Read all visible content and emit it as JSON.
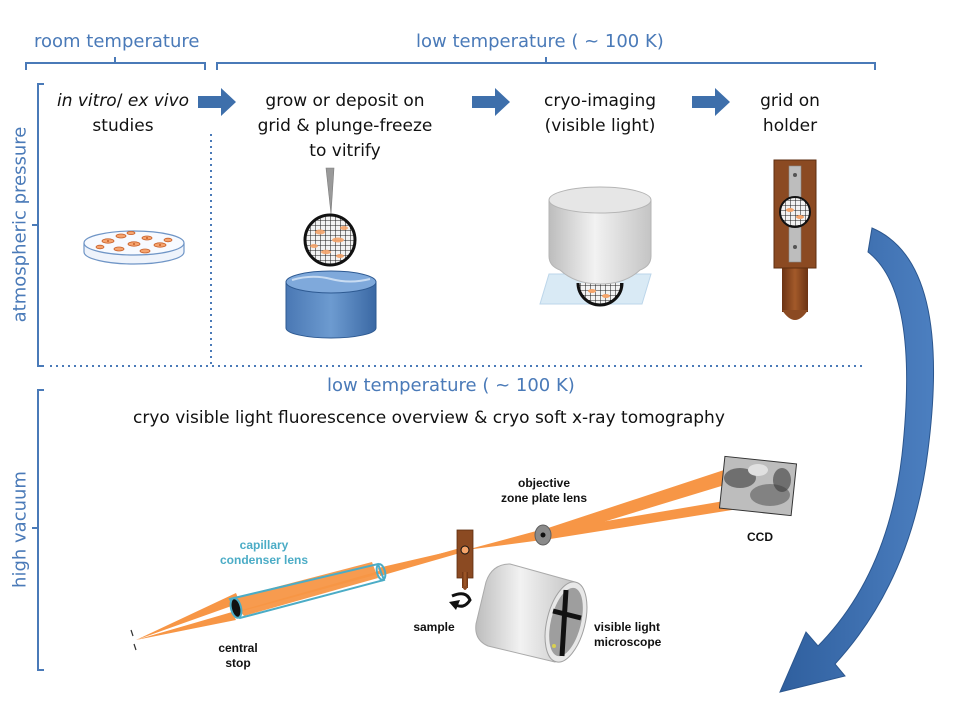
{
  "top": {
    "room_temperature": "room temperature",
    "low_temperature": "low temperature ( ~ 100 K)"
  },
  "side": {
    "atmospheric_pressure": "atmospheric pressure",
    "high_vacuum": "high vacuum"
  },
  "steps": [
    {
      "line1_italic_a": "in vitro",
      "line1_sep": "/ ",
      "line1_italic_b": "ex vivo",
      "line2": "studies"
    },
    {
      "line1": "grow or deposit on",
      "line2": "grid  & plunge-freeze",
      "line3": "to vitrify"
    },
    {
      "line1": "cryo-imaging",
      "line2": "(visible light)"
    },
    {
      "line1": "grid on",
      "line2": "holder"
    }
  ],
  "bottom": {
    "low_temperature": "low temperature ( ~ 100 K)",
    "subtitle": "cryo visible light fluorescence overview  & cryo soft x-ray tomography"
  },
  "setup_labels": {
    "capillary_line1": "capillary",
    "capillary_line2": "condenser lens",
    "central_line1": "central",
    "central_line2": "stop",
    "sample": "sample",
    "objective_line1": "objective",
    "objective_line2": "zone plate lens",
    "ccd": "CCD",
    "microscope_line1": "visible light",
    "microscope_line2": "microscope"
  },
  "colors": {
    "accent_blue": "#4a7ab8",
    "beam_orange": "#f79646",
    "holder_brown": "#8b4a22",
    "dish_blue": "#3f74b3",
    "capillary_teal": "#4bacc6"
  }
}
